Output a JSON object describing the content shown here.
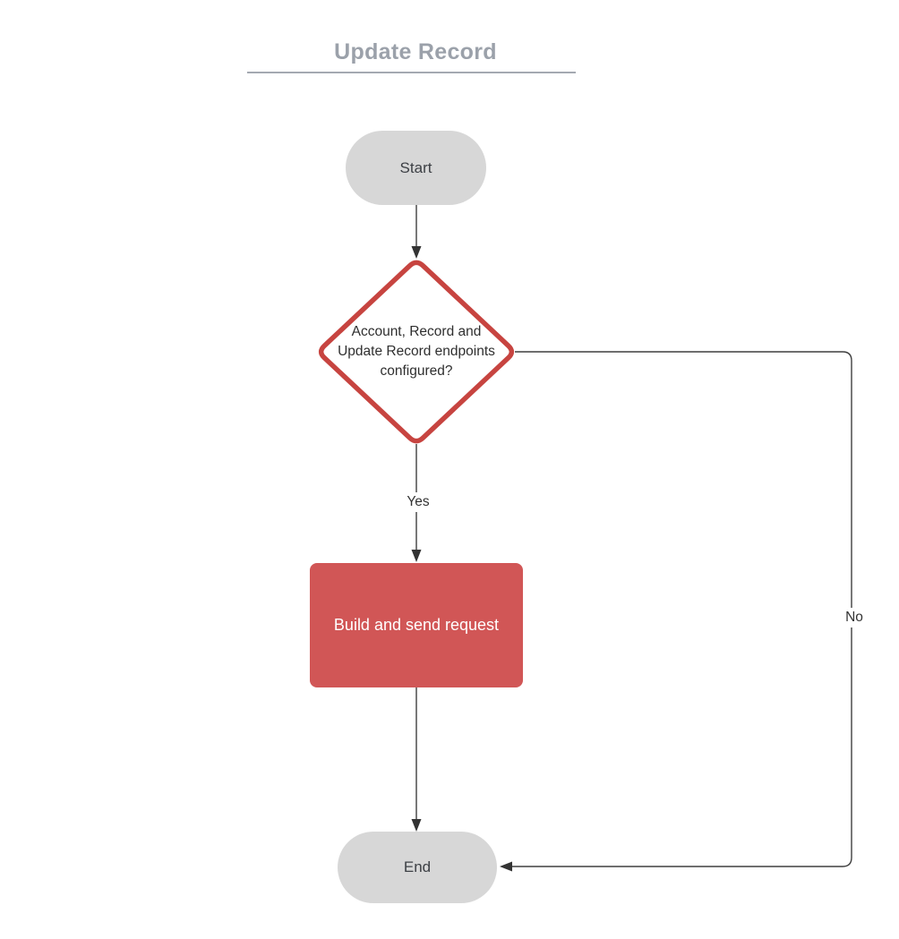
{
  "title": {
    "text": "Update Record"
  },
  "nodes": {
    "start": {
      "type": "terminator",
      "label": "Start"
    },
    "decision": {
      "type": "decision",
      "label": "Account, Record and Update Record endpoints configured?",
      "lines": [
        "Account, Record and",
        "Update Record endpoints",
        "configured?"
      ]
    },
    "process": {
      "type": "process",
      "label": "Build and send request"
    },
    "end": {
      "type": "terminator",
      "label": "End"
    }
  },
  "edges": [
    {
      "from": "start",
      "to": "decision",
      "label": ""
    },
    {
      "from": "decision",
      "to": "process",
      "label": "Yes"
    },
    {
      "from": "process",
      "to": "end",
      "label": ""
    },
    {
      "from": "decision",
      "to": "end",
      "label": "No"
    }
  ],
  "colors": {
    "title_gray": "#9ba1aa",
    "terminator_fill": "#d7d7d7",
    "process_fill": "#d15656",
    "decision_stroke": "#c74440",
    "connector_line": "#3f3f3f",
    "node_text_dark": "#3d4045",
    "process_text": "#ffffff"
  }
}
